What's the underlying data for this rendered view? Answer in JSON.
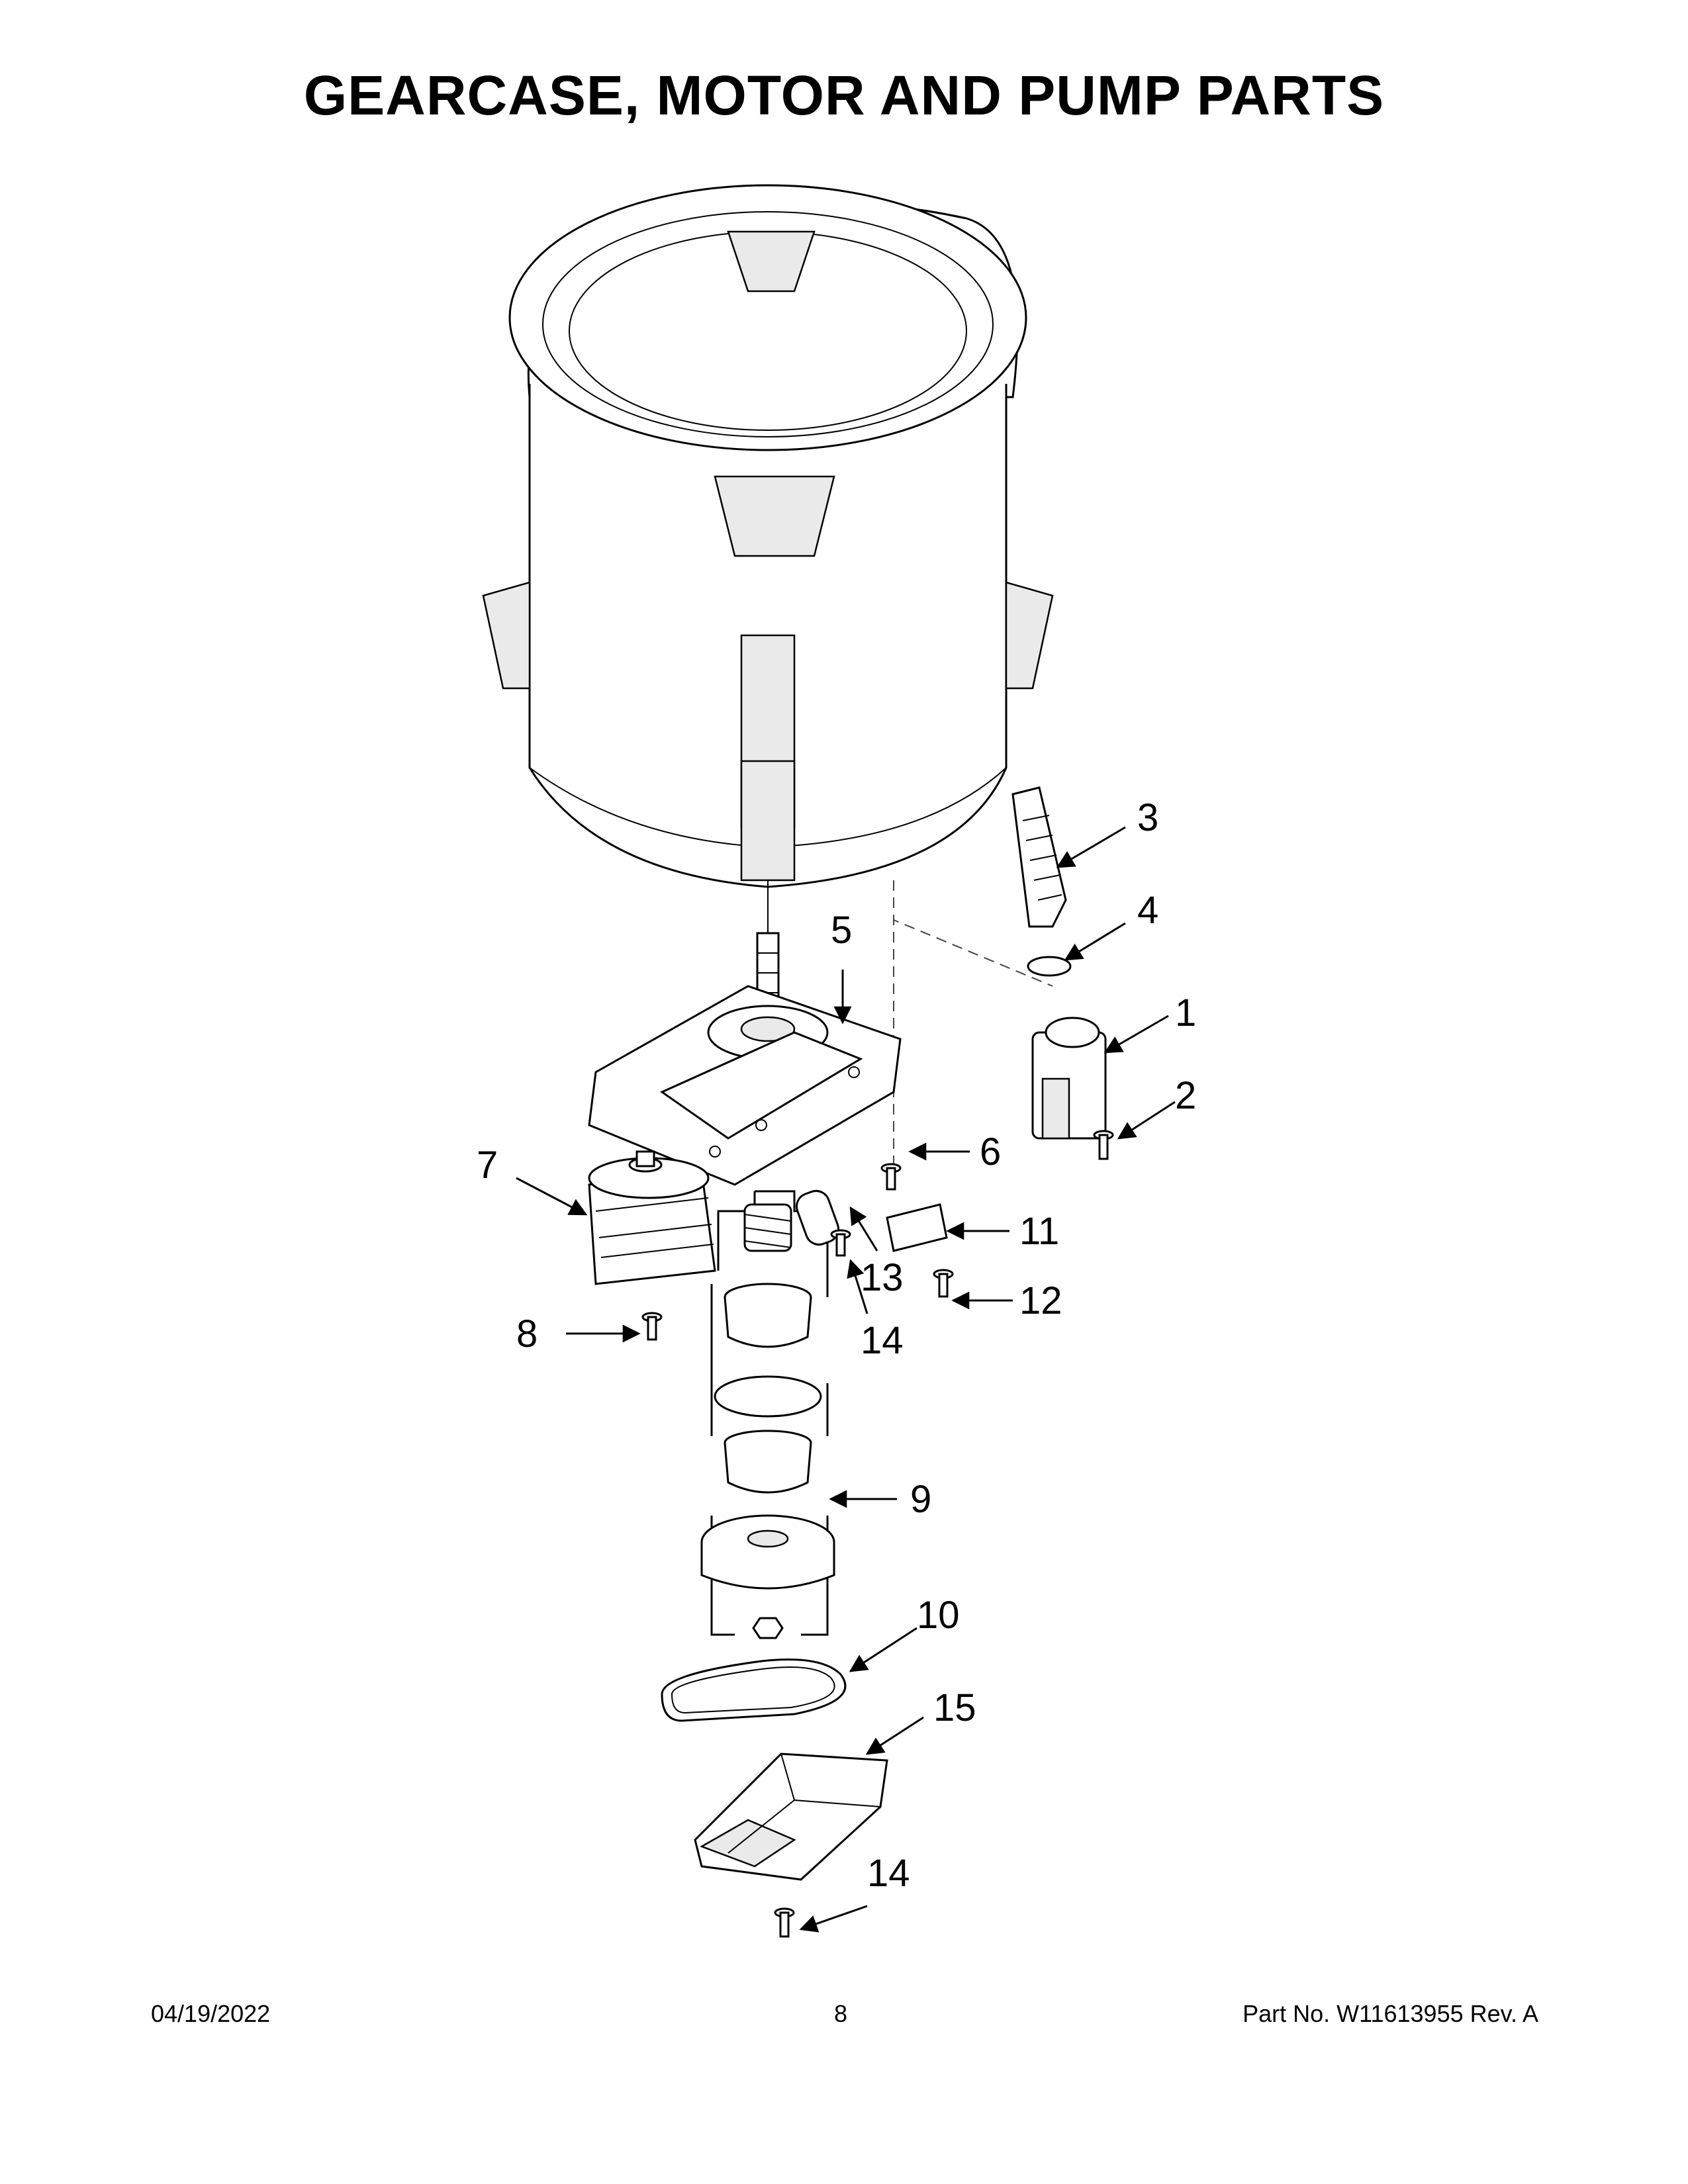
{
  "title": "GEARCASE, MOTOR AND PUMP PARTS",
  "callouts": [
    {
      "id": "1",
      "label": "1"
    },
    {
      "id": "2",
      "label": "2"
    },
    {
      "id": "3",
      "label": "3"
    },
    {
      "id": "4",
      "label": "4"
    },
    {
      "id": "5",
      "label": "5"
    },
    {
      "id": "6",
      "label": "6"
    },
    {
      "id": "7",
      "label": "7"
    },
    {
      "id": "8",
      "label": "8"
    },
    {
      "id": "9",
      "label": "9"
    },
    {
      "id": "10",
      "label": "10"
    },
    {
      "id": "11",
      "label": "11"
    },
    {
      "id": "12",
      "label": "12"
    },
    {
      "id": "13",
      "label": "13"
    },
    {
      "id": "14a",
      "label": "14"
    },
    {
      "id": "14b",
      "label": "14"
    },
    {
      "id": "15",
      "label": "15"
    }
  ],
  "footer": {
    "date": "04/19/2022",
    "page": "8",
    "part_no": "Part No.  W11613955  Rev.  A"
  }
}
